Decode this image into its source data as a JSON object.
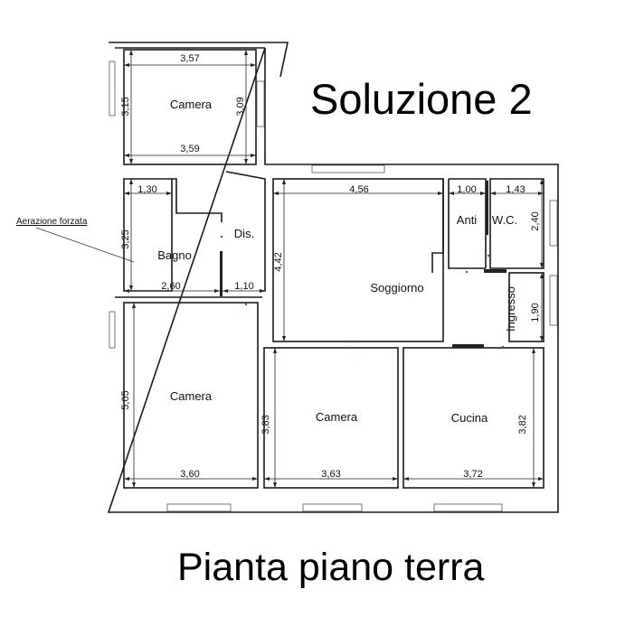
{
  "title": "Soluzione 2",
  "subtitle": "Pianta piano terra",
  "note": "Aerazione forzata",
  "rooms": [
    "Camera",
    "Bagno",
    "Dis.",
    "Soggiorno",
    "Anti",
    "W.C.",
    "Ingresso",
    "Camera",
    "Camera",
    "Cucina"
  ],
  "dimensions": [
    "3,57",
    "3,15",
    "3,09",
    "3,59",
    "1,30",
    "3,25",
    "2,60",
    "1,10",
    "4,42",
    "4,56",
    "1,00",
    "1,43",
    "2,40",
    "1,90",
    "5,05",
    "3,83",
    "3,82",
    "3,60",
    "3,63",
    "3,72"
  ],
  "colors": {
    "wall": "#1a1a1a",
    "door_marker": "#e02020"
  }
}
